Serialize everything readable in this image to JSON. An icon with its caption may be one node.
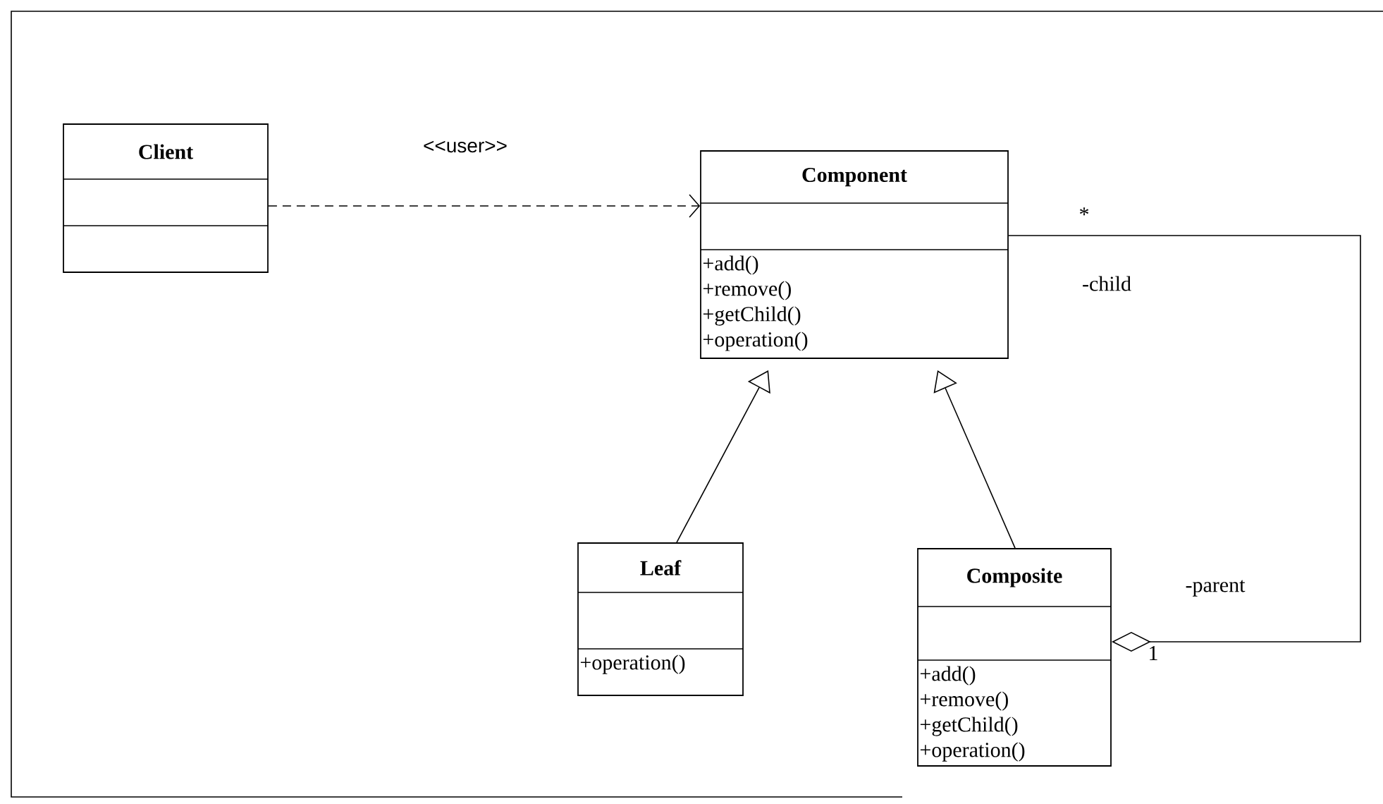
{
  "diagram": {
    "nodes": [
      {
        "text": [
          "Client"
        ]
      },
      {
        "text": [
          "Component",
          "+add()",
          "+remove()",
          "+getChild()",
          "+operation()"
        ]
      },
      {
        "text": [
          "Leaf",
          "+operation()"
        ]
      },
      {
        "text": [
          "Composite",
          "+add()",
          "+remove()",
          "+getChild()",
          "+operation()"
        ]
      }
    ],
    "edges": [
      {
        "from": 0,
        "to": 1,
        "arrow": "to",
        "label": "<<user>>",
        "style": "dashed"
      },
      {
        "from": 2,
        "to": 1,
        "arrow": "to"
      },
      {
        "from": 3,
        "to": 1,
        "arrow": "to"
      },
      {
        "from": 3,
        "to": 1,
        "arrow": "other"
      }
    ],
    "labels": [
      "*",
      "-child",
      "-parent",
      "1"
    ]
  }
}
